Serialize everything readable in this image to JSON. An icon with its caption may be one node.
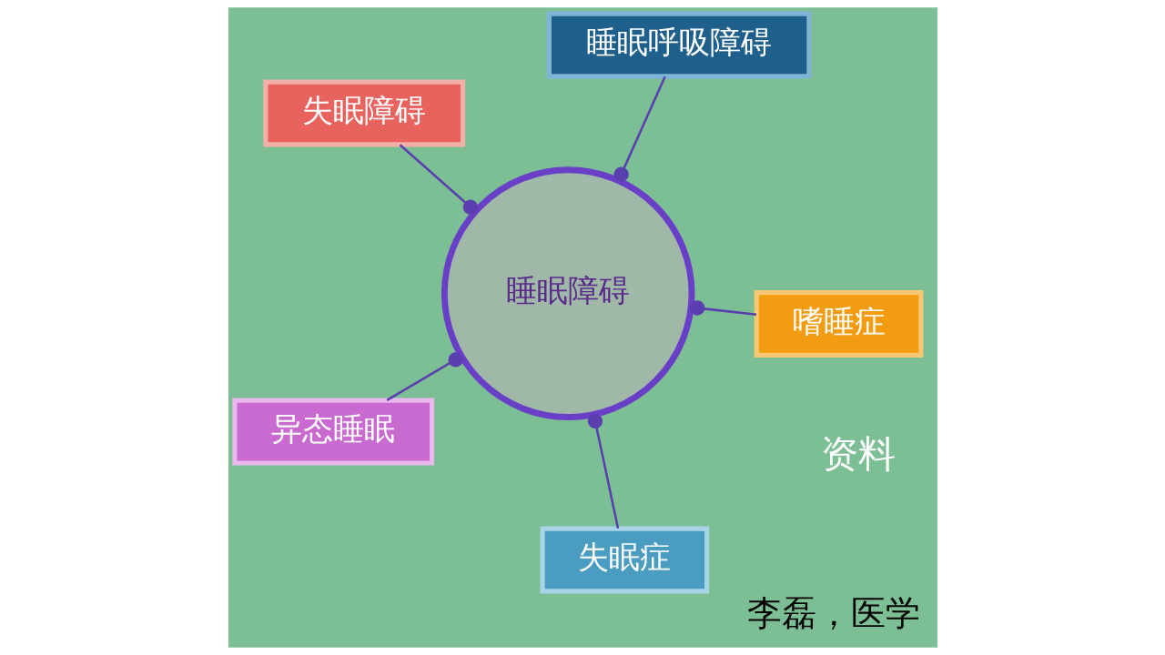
{
  "diagram": {
    "caption": "李磊，医学",
    "nodes": [
      {
        "text": [
          "失眠障碍"
        ]
      },
      {
        "text": [
          "嗜睡症"
        ]
      },
      {
        "text": [
          "失眠症"
        ]
      },
      {
        "text": [
          "睡眠障碍"
        ]
      },
      {
        "text": [
          "睡眠呼吸障碍"
        ]
      },
      {
        "text": [
          "异态睡眠"
        ]
      }
    ],
    "edges": [
      {
        "from": 3,
        "to": 0,
        "arrow": "other"
      },
      {
        "from": 3,
        "to": 1,
        "arrow": "other"
      },
      {
        "from": 3,
        "to": 2,
        "arrow": "other"
      },
      {
        "from": 3,
        "to": 4,
        "arrow": "other"
      },
      {
        "from": 3,
        "to": 5,
        "arrow": "other"
      }
    ],
    "labels": [
      "资料"
    ]
  }
}
